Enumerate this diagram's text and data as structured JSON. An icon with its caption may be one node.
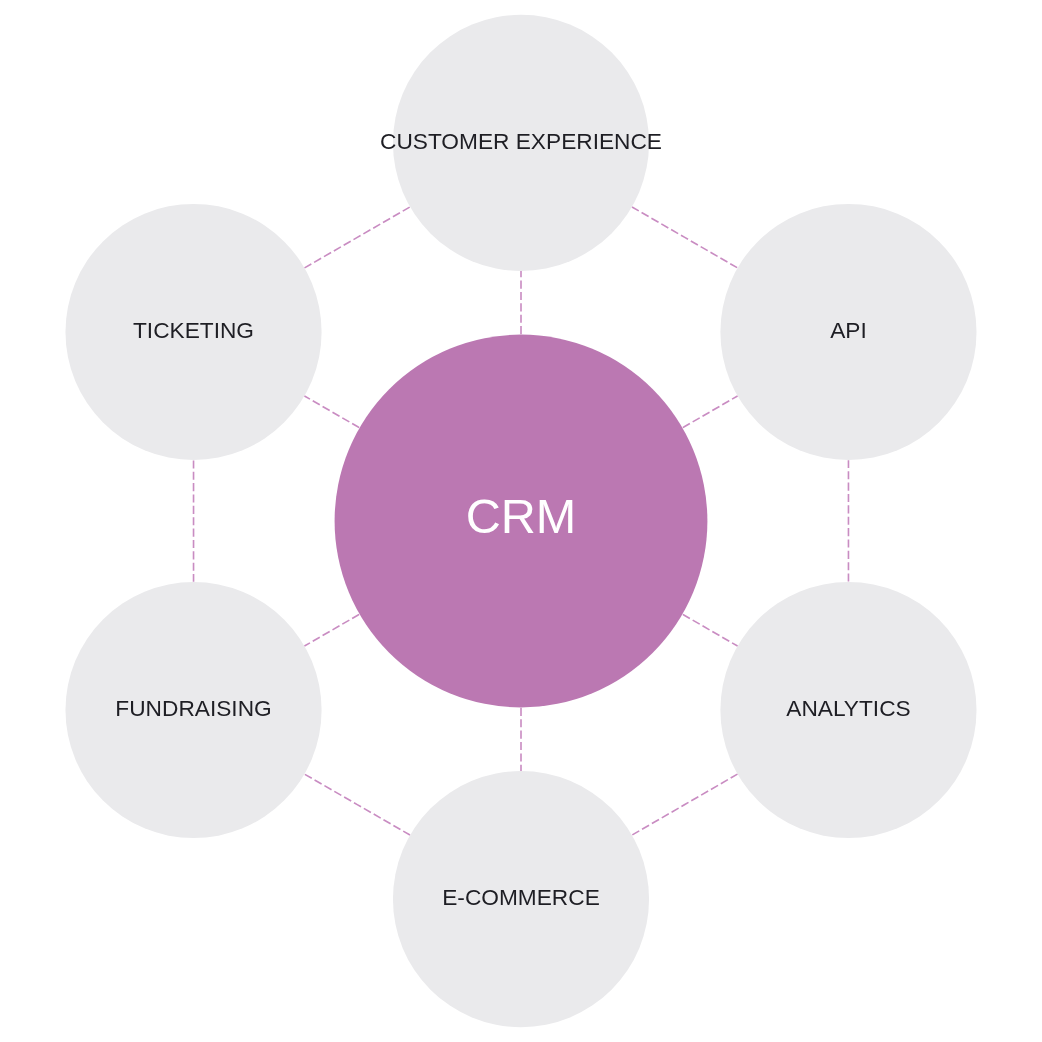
{
  "diagram": {
    "nodes": [
      {
        "text": [
          "CRM"
        ]
      },
      {
        "text": [
          "API"
        ]
      },
      {
        "text": [
          "CUSTOMER EXPERIENCE"
        ]
      },
      {
        "text": [
          "TICKETING"
        ]
      },
      {
        "text": [
          "FUNDRAISING"
        ]
      },
      {
        "text": [
          "E-COMMERCE"
        ]
      },
      {
        "text": [
          "ANALYTICS"
        ]
      }
    ],
    "edges": [
      {
        "from": 0,
        "to": 1,
        "arrow": "none",
        "style": "dashed"
      },
      {
        "from": 0,
        "to": 2,
        "arrow": "none",
        "style": "dashed"
      },
      {
        "from": 0,
        "to": 3,
        "arrow": "none",
        "style": "dashed"
      },
      {
        "from": 0,
        "to": 4,
        "arrow": "none",
        "style": "dashed"
      },
      {
        "from": 0,
        "to": 5,
        "arrow": "none",
        "style": "dashed"
      },
      {
        "from": 0,
        "to": 6,
        "arrow": "none",
        "style": "dashed"
      },
      {
        "from": 1,
        "to": 2,
        "arrow": "none",
        "style": "dashed"
      },
      {
        "from": 2,
        "to": 3,
        "arrow": "none",
        "style": "dashed"
      },
      {
        "from": 3,
        "to": 4,
        "arrow": "none",
        "style": "dashed"
      },
      {
        "from": 4,
        "to": 5,
        "arrow": "none",
        "style": "dashed"
      },
      {
        "from": 5,
        "to": 6,
        "arrow": "none",
        "style": "dashed"
      },
      {
        "from": 6,
        "to": 1,
        "arrow": "none",
        "style": "dashed"
      }
    ]
  }
}
